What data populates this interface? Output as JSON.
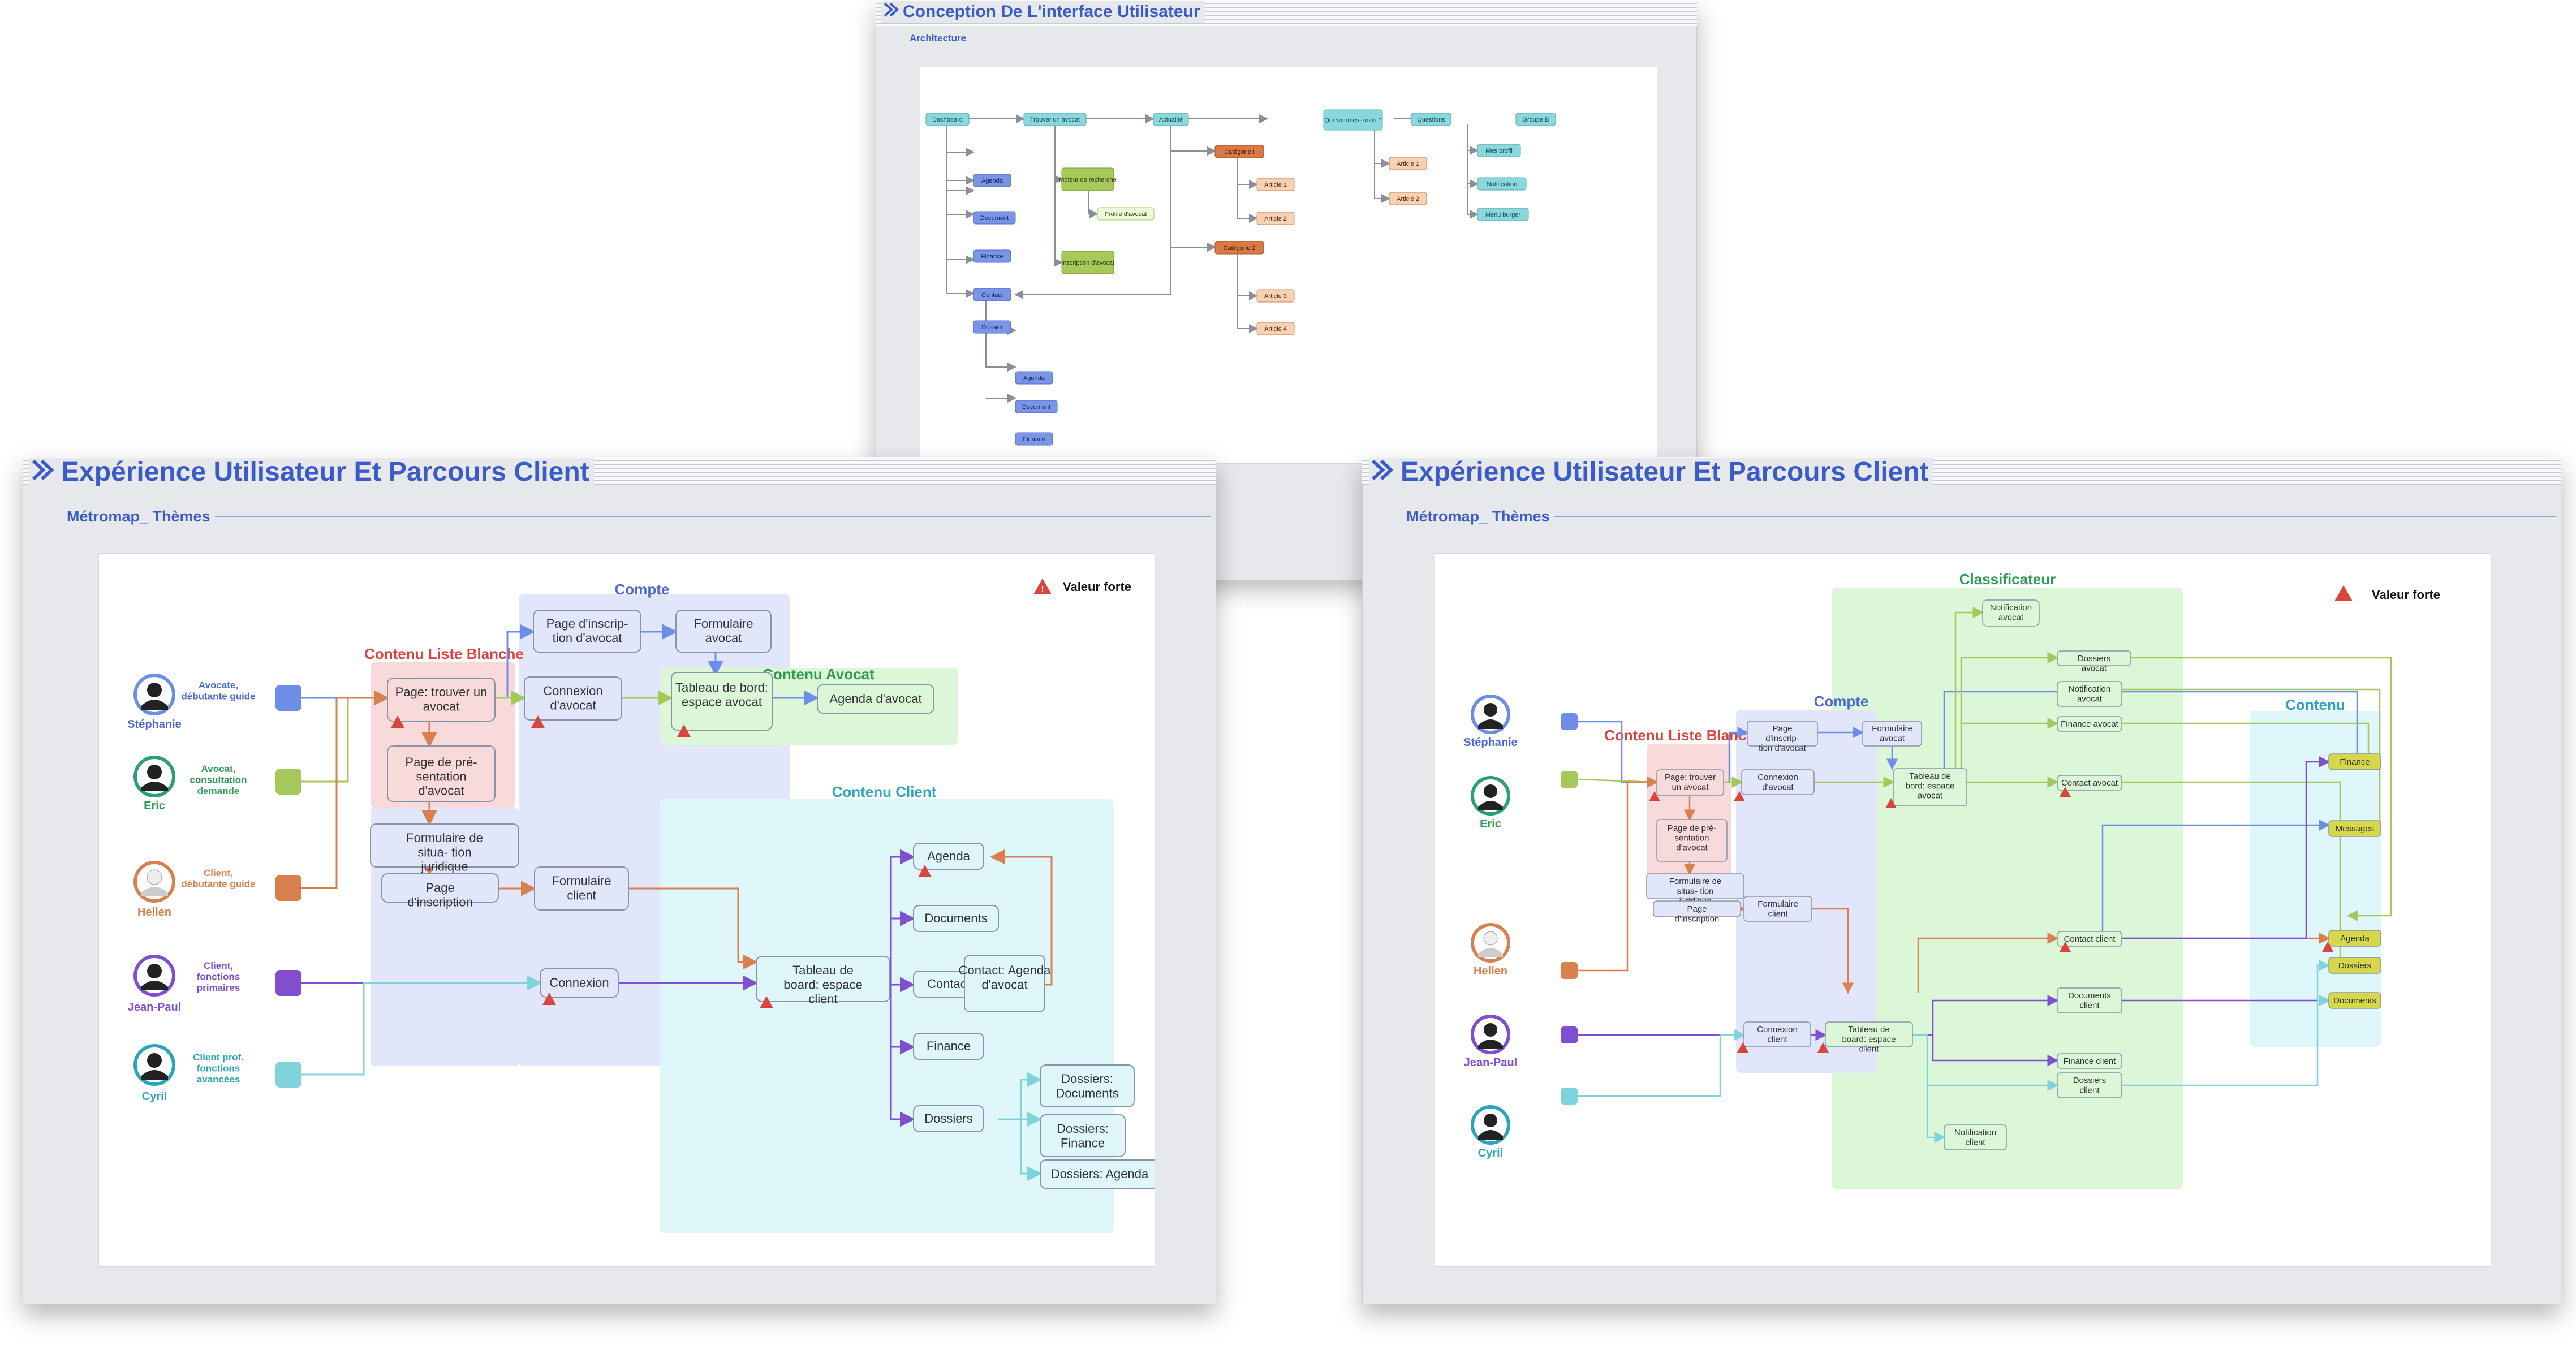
{
  "colors": {
    "title": "#3b5bc6",
    "blue": "#6d8ee8",
    "green": "#a4c85a",
    "orange": "#d9804f",
    "purple": "#7f4fd0",
    "cyan": "#7fd4dc",
    "red": "#d9443c"
  },
  "top": {
    "title": "Conception De L'interface Utilisateur",
    "section": "Architecture",
    "nodes": {
      "dashboard": "Dashboard",
      "trouver": "Trouver un avocat",
      "actualite": "Actualité",
      "qui": "Qui sommes- nous ?",
      "questions": "Questions",
      "groupe": "Groupe B",
      "agenda": "Agenda",
      "document": "Document",
      "finance": "Finance",
      "contact": "Contact",
      "dossier": "Dossier",
      "agenda2": "Agenda",
      "document2": "Document",
      "finance2": "Finance",
      "moteur": "Moteur de recherche",
      "profile": "Profile d'avocat",
      "inscription": "Inscription d'avocat",
      "cat1": "Catégorie I",
      "cat2": "Catégorie 2",
      "art1": "Article 1",
      "art2": "Article 2",
      "art3": "Article 3",
      "art4": "Article 4",
      "qart1": "Article 1",
      "qart2": "Article 2",
      "mesprofil": "Mes profil",
      "notification": "Notification",
      "menuburger": "Menu burger"
    }
  },
  "left": {
    "title": "Expérience Utilisateur Et Parcours Client",
    "section": "Métromap_ Thèmes",
    "legend": "Valeur forte",
    "personas": [
      {
        "name": "Stéphanie",
        "desc": "Avocate, débutante guide"
      },
      {
        "name": "Eric",
        "desc": "Avocat, consultation demande"
      },
      {
        "name": "Hellen",
        "desc": "Client, débutante guide"
      },
      {
        "name": "Jean-Paul",
        "desc": "Client, fonctions primaires"
      },
      {
        "name": "Cyril",
        "desc": "Client prof. fonctions avancées"
      }
    ],
    "zones": {
      "compte": "Compte",
      "liste": "Contenu Liste Blanche",
      "avocat": "Contenu Avocat",
      "client": "Contenu Client"
    },
    "nodes": {
      "inscAvocat": "Page d'inscrip- tion d'avocat",
      "formAvocat": "Formulaire avocat",
      "trouver": "Page: trouver un avocat",
      "presentation": "Page de pré- sentation d'avocat",
      "connAvocat": "Connexion d'avocat",
      "tabAvocat": "Tableau de bord: espace avocat",
      "agendaAvocat": "Agenda d'avocat",
      "formSituation": "Formulaire de situa- tion juridique",
      "pageInscription": "Page d'inscription",
      "formClient": "Formulaire client",
      "connexion": "Connexion",
      "tabClient": "Tableau de board: espace client",
      "agenda": "Agenda",
      "documents": "Documents",
      "contact": "Contact",
      "finance": "Finance",
      "dossiers": "Dossiers",
      "contactAgenda": "Contact: Agenda d'avocat",
      "dossDocuments": "Dossiers: Documents",
      "dossFinance": "Dossiers: Finance",
      "dossAgenda": "Dossiers: Agenda"
    }
  },
  "right": {
    "title": "Expérience Utilisateur Et Parcours Client",
    "section": "Métromap_ Thèmes",
    "legend": "Valeur forte",
    "personas": [
      "Stéphanie",
      "Eric",
      "Hellen",
      "Jean-Paul",
      "Cyril"
    ],
    "zones": {
      "classificateur": "Classificateur",
      "compte": "Compte",
      "liste": "Contenu Liste Blanche",
      "contenu": "Contenu"
    },
    "nodes": {
      "notifAvocat": "Notification avocat",
      "dossiersAvocat": "Dossiers avocat",
      "notificationAvocat": "Notification avocat",
      "financeAvocat": "Finance avocat",
      "contactAvocat": "Contact avocat",
      "inscAvocat": "Page d'inscrip- tion d'avocat",
      "formAvocat": "Formulaire avocat",
      "trouver": "Page: trouver un avocat",
      "connAvocat": "Connexion d'avocat",
      "tabAvocat": "Tableau de bord: espace avocat",
      "presentation": "Page de pré- sentation d'avocat",
      "formSituation": "Formulaire de situa- tion juridique",
      "pageInscription": "Page d'inscription",
      "formClient": "Formulaire client",
      "connClient": "Connexion client",
      "tabClient": "Tableau de board: espace client",
      "contactClient": "Contact client",
      "documentsClient": "Documents client",
      "financeClient": "Finance client",
      "dossiersClient": "Dossiers client",
      "notifClient": "Notification client",
      "cFinance": "Finance",
      "cMessages": "Messages",
      "cAgenda": "Agenda",
      "cDossiers": "Dossiers",
      "cDocuments": "Documents"
    }
  }
}
